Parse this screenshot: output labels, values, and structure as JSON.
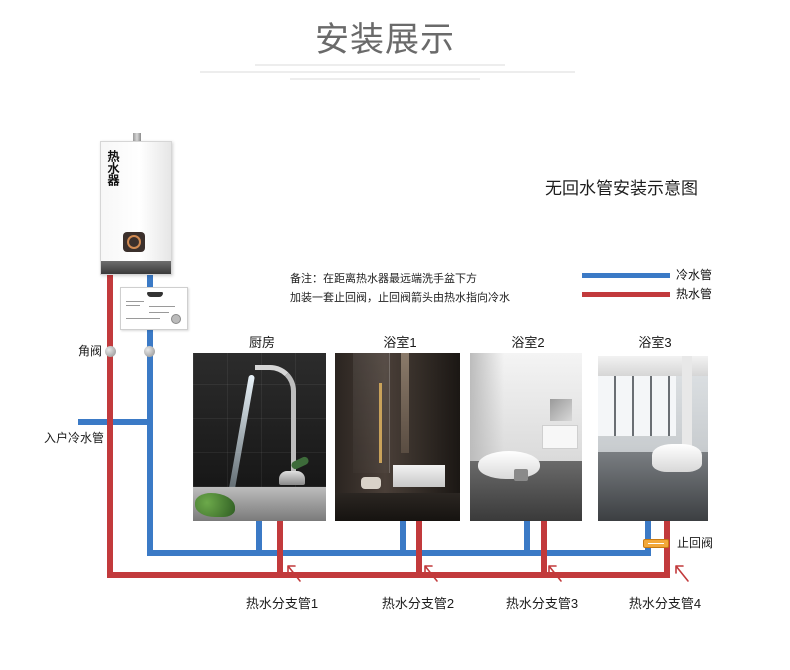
{
  "page": {
    "title": "安装展示"
  },
  "diagram": {
    "title": "无回水管安装示意图"
  },
  "note": {
    "line1": "备注：在距离热水器最远端洗手盆下方",
    "line2": "加装一套止回阀，止回阀箭头由热水指向冷水"
  },
  "legend": {
    "cold": {
      "label": "冷水管"
    },
    "hot": {
      "label": "热水管"
    }
  },
  "heater": {
    "label": "热水器"
  },
  "labels": {
    "angle_valve": "角阀",
    "cold_inlet": "入户冷水管",
    "check_valve": "止回阀"
  },
  "rooms": [
    {
      "name": "厨房"
    },
    {
      "name": "浴室1"
    },
    {
      "name": "浴室2"
    },
    {
      "name": "浴室3"
    }
  ],
  "branches": [
    {
      "label": "热水分支管1"
    },
    {
      "label": "热水分支管2"
    },
    {
      "label": "热水分支管3"
    },
    {
      "label": "热水分支管4"
    }
  ],
  "colors": {
    "cold_pipe": "#3b7ac6",
    "hot_pipe": "#c23a3c",
    "check_valve": "#f2a83a",
    "flow_arrow": "#c23a3c"
  }
}
